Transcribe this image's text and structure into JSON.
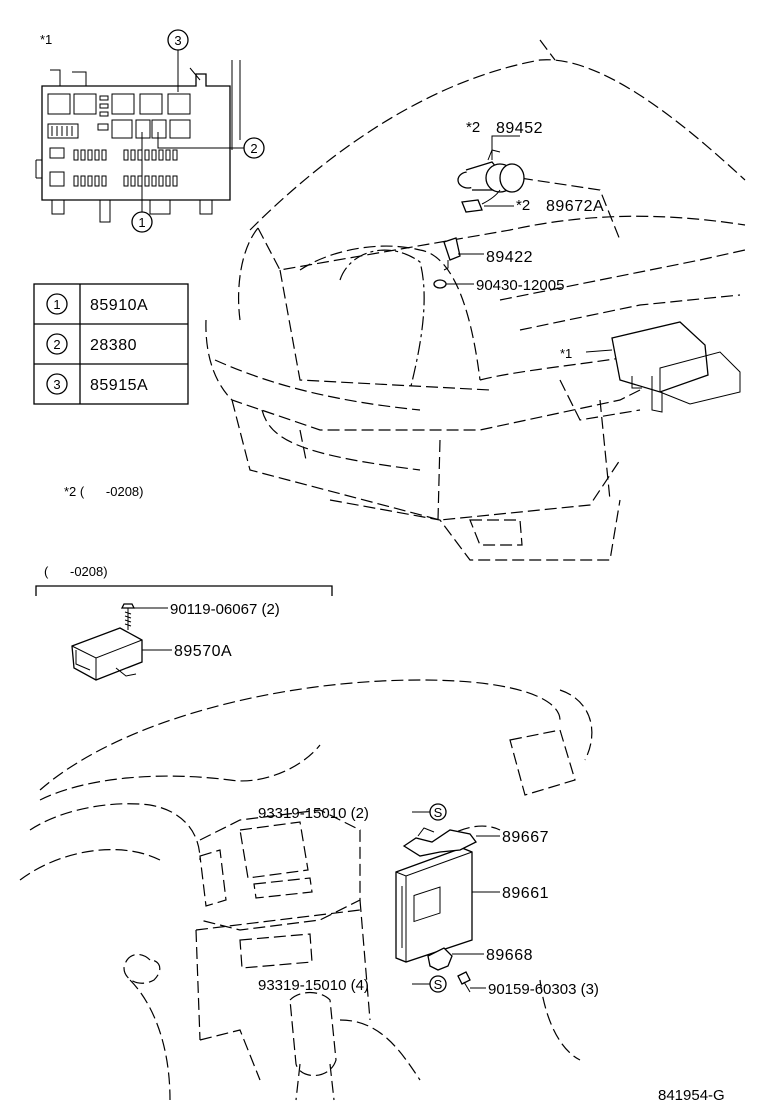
{
  "fuse_box_note": "*1",
  "fuse_box_callouts": [
    "1",
    "2",
    "3"
  ],
  "legend_table": [
    {
      "num": "1",
      "part": "85910A"
    },
    {
      "num": "2",
      "part": "28380"
    },
    {
      "num": "3",
      "part": "85915A"
    }
  ],
  "note_star2": "*2 (      -0208)",
  "bracket_range": "(      -0208)",
  "labels": {
    "p89452": "89452",
    "p89452_mark": "*2",
    "p89672a": "89672A",
    "p89672a_mark": "*2",
    "p89422": "89422",
    "p90430": "90430-12005",
    "engine_ecu_mark": "*1",
    "p90119": "90119-06067 (2)",
    "p89570a": "89570A",
    "p93319_top": "93319-15010 (2)",
    "p89667": "89667",
    "p89661": "89661",
    "p89668": "89668",
    "p93319_bot": "93319-15010 (4)",
    "p90159": "90159-60303 (3)",
    "screw_mark_top": "S",
    "screw_mark_bot": "S"
  },
  "figure_code": "841954-G"
}
